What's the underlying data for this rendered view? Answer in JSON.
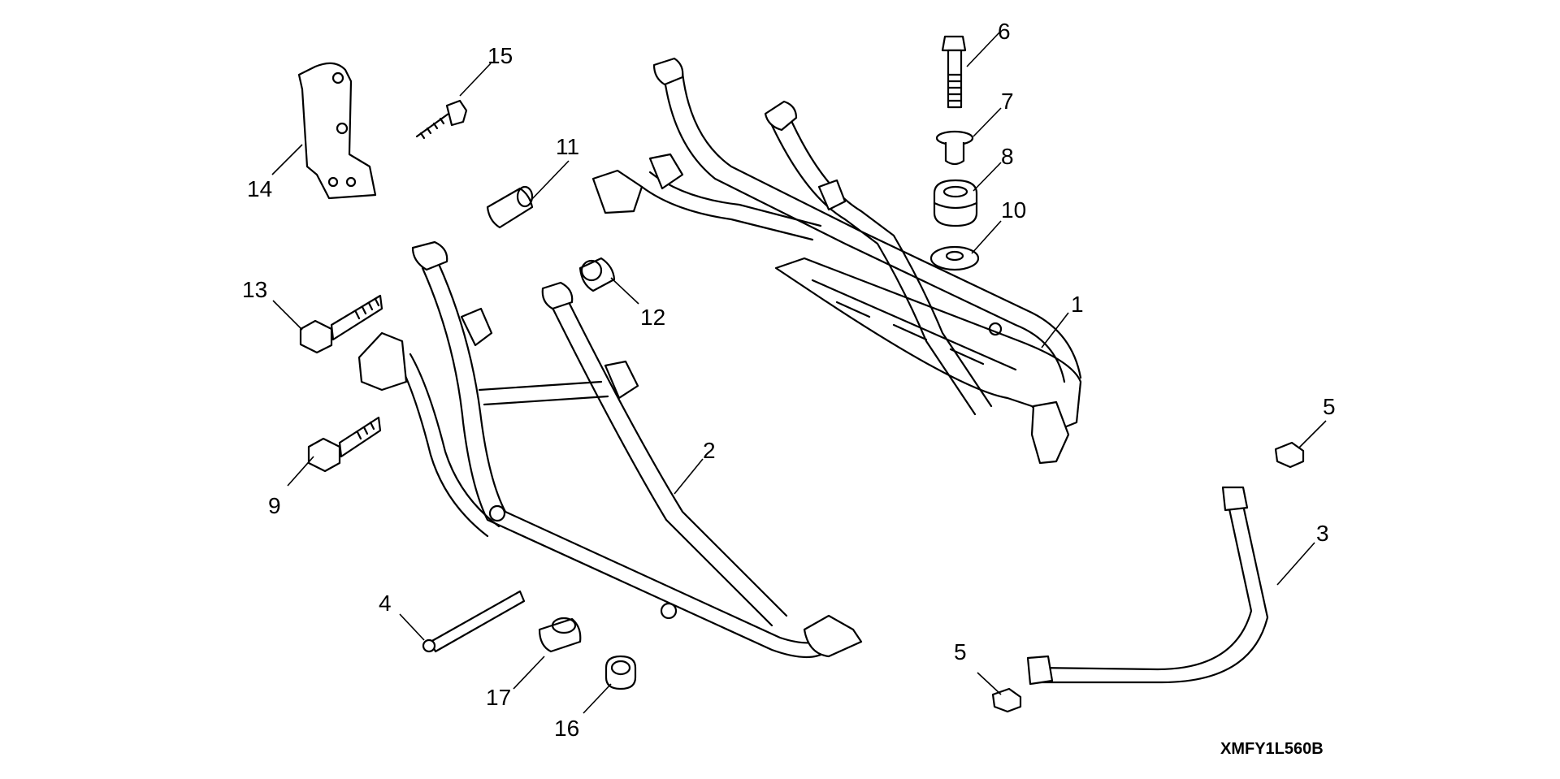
{
  "diagram": {
    "drawing_code": "XMFY1L560B",
    "callouts": {
      "c1": "1",
      "c2": "2",
      "c3": "3",
      "c4": "4",
      "c5a": "5",
      "c5b": "5",
      "c6": "6",
      "c7": "7",
      "c8": "8",
      "c9": "9",
      "c10": "10",
      "c11": "11",
      "c12": "12",
      "c13": "13",
      "c14": "14",
      "c15": "15",
      "c16": "16",
      "c17": "17"
    }
  }
}
